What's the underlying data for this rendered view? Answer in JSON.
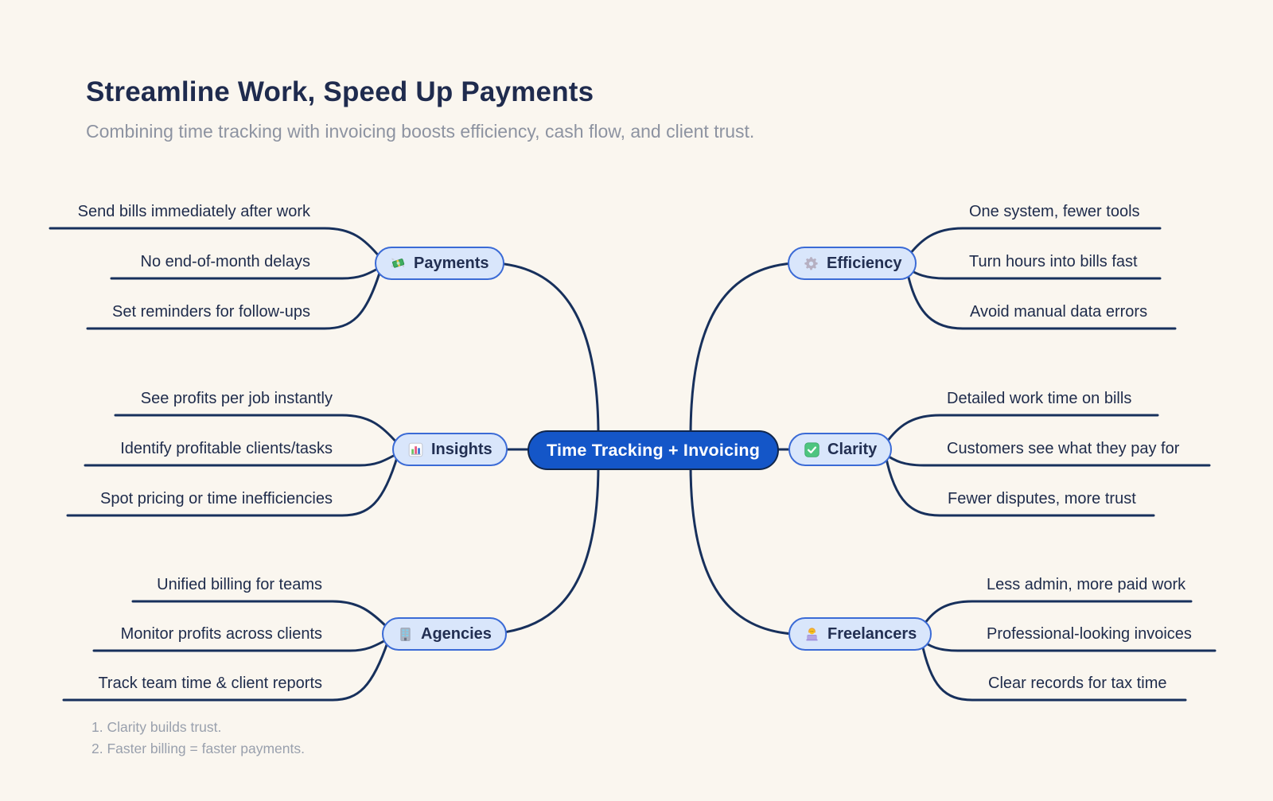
{
  "header": {
    "title": "Streamline Work, Speed Up Payments",
    "subtitle": "Combining time tracking with invoicing boosts efficiency, cash flow, and client trust."
  },
  "center": {
    "label": "Time Tracking + Invoicing"
  },
  "branches": [
    {
      "label": "Payments",
      "icon": "money-with-wings-icon",
      "side": "left",
      "items": [
        "Send bills immediately after work",
        "No end-of-month delays",
        "Set reminders for follow-ups"
      ]
    },
    {
      "label": "Insights",
      "icon": "bar-chart-icon",
      "side": "left",
      "items": [
        "See profits per job instantly",
        "Identify profitable clients/tasks",
        "Spot pricing or time inefficiencies"
      ]
    },
    {
      "label": "Agencies",
      "icon": "office-building-icon",
      "side": "left",
      "items": [
        "Unified billing for teams",
        "Monitor profits across clients",
        "Track team time & client reports"
      ]
    },
    {
      "label": "Efficiency",
      "icon": "gear-icon",
      "side": "right",
      "items": [
        "One system, fewer tools",
        "Turn hours into bills fast",
        "Avoid manual data errors"
      ]
    },
    {
      "label": "Clarity",
      "icon": "check-mark-icon",
      "side": "right",
      "items": [
        "Detailed work time on bills",
        "Customers see what they pay for",
        "Fewer disputes, more trust"
      ]
    },
    {
      "label": "Freelancers",
      "icon": "woman-technologist-icon",
      "side": "right",
      "items": [
        "Less admin, more paid work",
        "Professional-looking invoices",
        "Clear records for tax time"
      ]
    }
  ],
  "notes": [
    "1. Clarity builds trust.",
    "2. Faster billing = faster payments."
  ],
  "colors": {
    "background": "#faf6ef",
    "central_fill": "#1456c8",
    "central_border": "#10264c",
    "branch_fill": "#d9e6fb",
    "branch_border": "#3b6bd6",
    "connector": "#17305c",
    "text_dark": "#1e2b4b",
    "text_muted": "#8d93a1"
  }
}
